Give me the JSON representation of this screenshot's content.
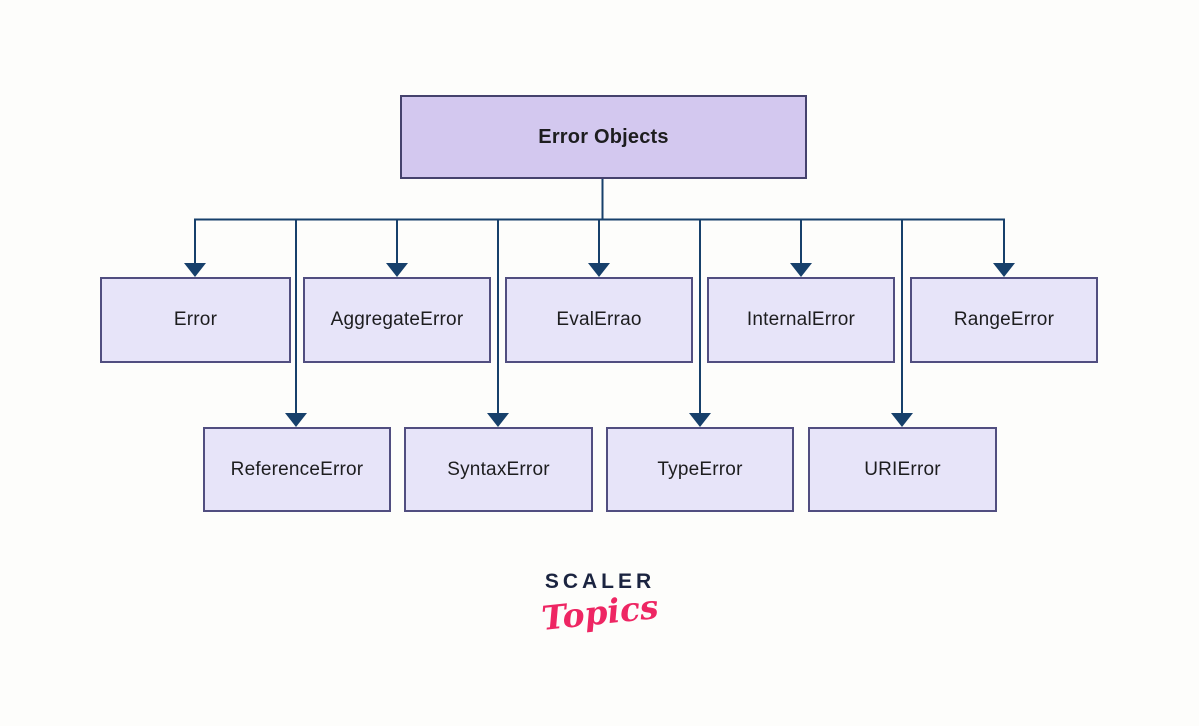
{
  "diagram": {
    "root": {
      "label": "Error Objects"
    },
    "level1": [
      {
        "label": "Error"
      },
      {
        "label": "AggregateError"
      },
      {
        "label": "EvalErrao"
      },
      {
        "label": "InternalError"
      },
      {
        "label": "RangeError"
      }
    ],
    "level2": [
      {
        "label": "ReferenceError"
      },
      {
        "label": "SyntaxError"
      },
      {
        "label": "TypeError"
      },
      {
        "label": "URIError"
      }
    ]
  },
  "logo": {
    "brand": "SCALER",
    "product": "Topics"
  },
  "colors": {
    "root_fill": "#d3c8ef",
    "root_border": "#45426d",
    "node_fill": "#e7e4f9",
    "node_border": "#514e80",
    "connector": "#17406b",
    "text": "#1d1d1f",
    "logo_brand": "#1b2440",
    "logo_product": "#ee2663",
    "background": "#fdfdfb"
  }
}
